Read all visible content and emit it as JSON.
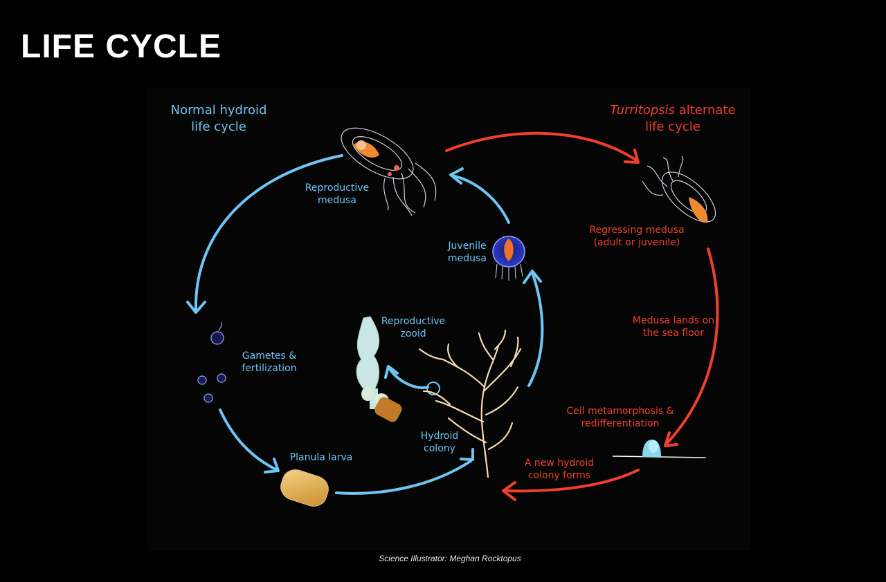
{
  "page_title": "LIFE CYCLE",
  "normal_cycle": {
    "heading_line1": "Normal hydroid",
    "heading_line2": "life cycle",
    "stages": {
      "reproductive_medusa": [
        "Reproductive",
        "medusa"
      ],
      "gametes": [
        "Gametes &",
        "fertilization"
      ],
      "planula": [
        "Planula larva"
      ],
      "hydroid_colony": [
        "Hydroid",
        "colony"
      ],
      "reproductive_zooid": [
        "Reproductive",
        "zooid"
      ],
      "juvenile_medusa": [
        "Juvenile",
        "medusa"
      ]
    }
  },
  "alternate_cycle": {
    "heading_em": "Turritopsis",
    "heading_rest": " alternate",
    "heading_line2": "life cycle",
    "stages": {
      "regressing_medusa": [
        "Regressing medusa",
        "(adult or juvenile)"
      ],
      "lands": [
        "Medusa lands on",
        "the sea floor"
      ],
      "metamorphosis": [
        "Cell metamorphosis &",
        "redifferentiation"
      ],
      "new_colony": [
        "A new hydroid",
        "colony forms"
      ]
    }
  },
  "credit": "Science Illustrator: Meghan Rocktopus",
  "colors": {
    "normal": "#6ec6f5",
    "alternate": "#f0402c",
    "background": "#000000"
  },
  "icons": [
    "medusa-icon",
    "gamete-icon",
    "planula-larva-icon",
    "hydroid-colony-icon",
    "zooid-icon",
    "juvenile-medusa-icon",
    "polyp-icon"
  ]
}
